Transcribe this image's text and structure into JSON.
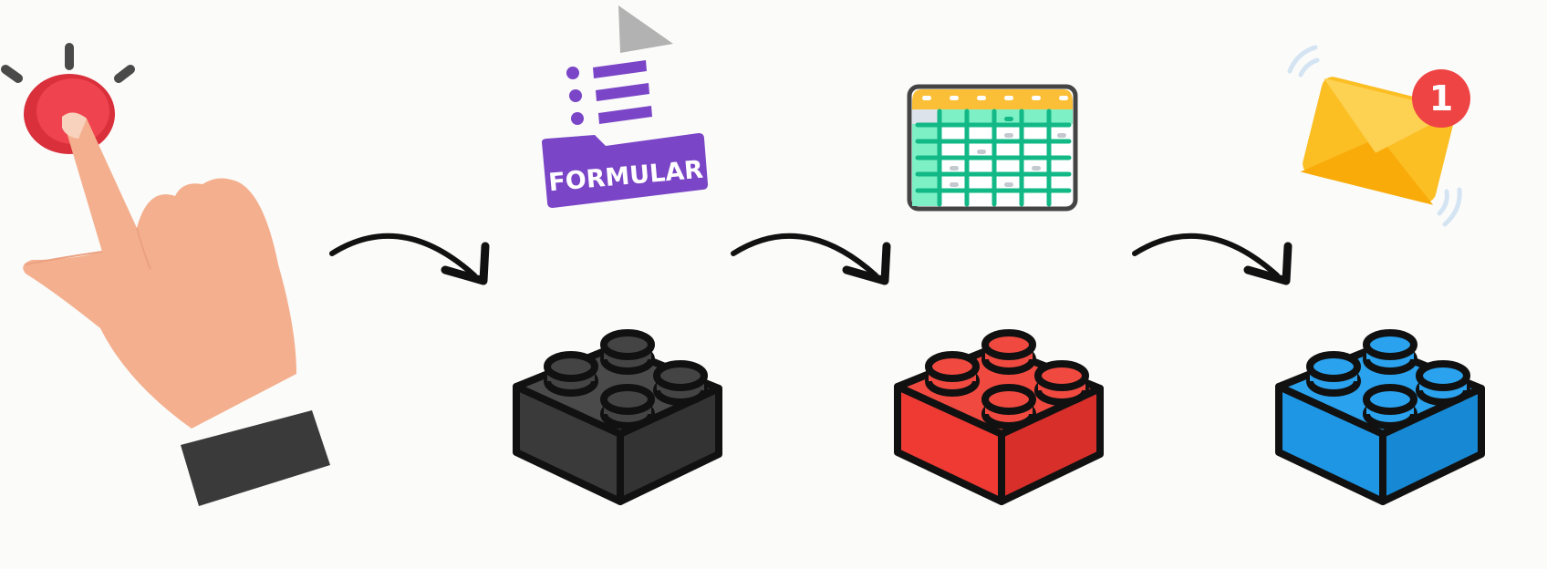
{
  "diagram": {
    "type": "workflow",
    "steps": [
      {
        "id": "trigger",
        "icon": "hand-pressing-button-icon",
        "description": "User presses a red button"
      },
      {
        "id": "form",
        "icon": "form-document-icon",
        "label": "FORMULAR",
        "brick_color": "#3a3a3a"
      },
      {
        "id": "spreadsheet",
        "icon": "spreadsheet-icon",
        "brick_color": "#ee3a33"
      },
      {
        "id": "email",
        "icon": "email-notification-icon",
        "badge": "1",
        "brick_color": "#1e96e4"
      }
    ],
    "connectors": [
      "arrow",
      "arrow",
      "arrow"
    ]
  },
  "colors": {
    "button_red": "#e53a45",
    "skin": "#f4b08e",
    "sleeve": "#3a3a3a",
    "form_purple": "#7a45c6",
    "sheet_header": "#fbbf37",
    "sheet_green": "#12b886",
    "sheet_light": "#7ef0c6",
    "envelope": "#fbbf24",
    "badge_red": "#ef4444",
    "brick_black": "#3a3a3a",
    "brick_red": "#ee3a33",
    "brick_blue": "#1e96e4"
  },
  "form": {
    "label": "FORMULAR"
  },
  "email": {
    "badge_count": "1"
  }
}
